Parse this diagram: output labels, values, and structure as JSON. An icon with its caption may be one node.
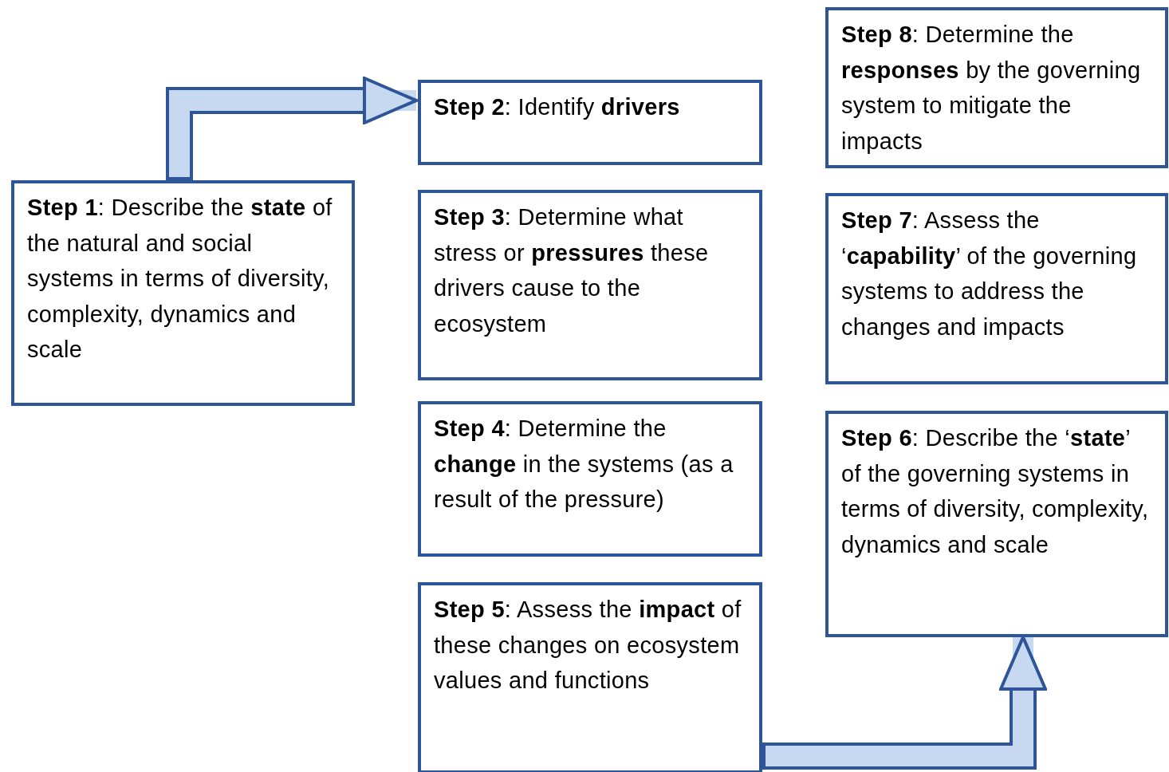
{
  "diagram": {
    "nodes": [
      {
        "text": [
          "**Step 1**: Describe the **state** of the natural and social systems in terms of diversity, complexity, dynamics and scale"
        ]
      },
      {
        "text": [
          "**Step 2**: Identify **drivers**"
        ]
      },
      {
        "text": [
          "**Step 3**: Determine what stress or **pressures** these drivers cause to the ecosystem"
        ]
      },
      {
        "text": [
          "**Step 4**: Determine the **change** in the systems (as a result of the pressure)"
        ]
      },
      {
        "text": [
          "**Step 5**: Assess the **impact** of these changes on ecosystem values and functions"
        ]
      },
      {
        "text": [
          "**Step 6**: Describe the ‘**state**’ of the governing systems in terms of diversity, complexity, dynamics and scale"
        ]
      },
      {
        "text": [
          "**Step 7**: Assess the ‘**capability**’ of the governing systems to address the changes and impacts"
        ]
      },
      {
        "text": [
          "**Step 8**: Determine the **responses** by the governing system to mitigate the impacts"
        ]
      }
    ],
    "edges": [
      {
        "from": 0,
        "to": 1,
        "arrow": "to"
      },
      {
        "from": 4,
        "to": 5,
        "arrow": "to"
      }
    ]
  }
}
